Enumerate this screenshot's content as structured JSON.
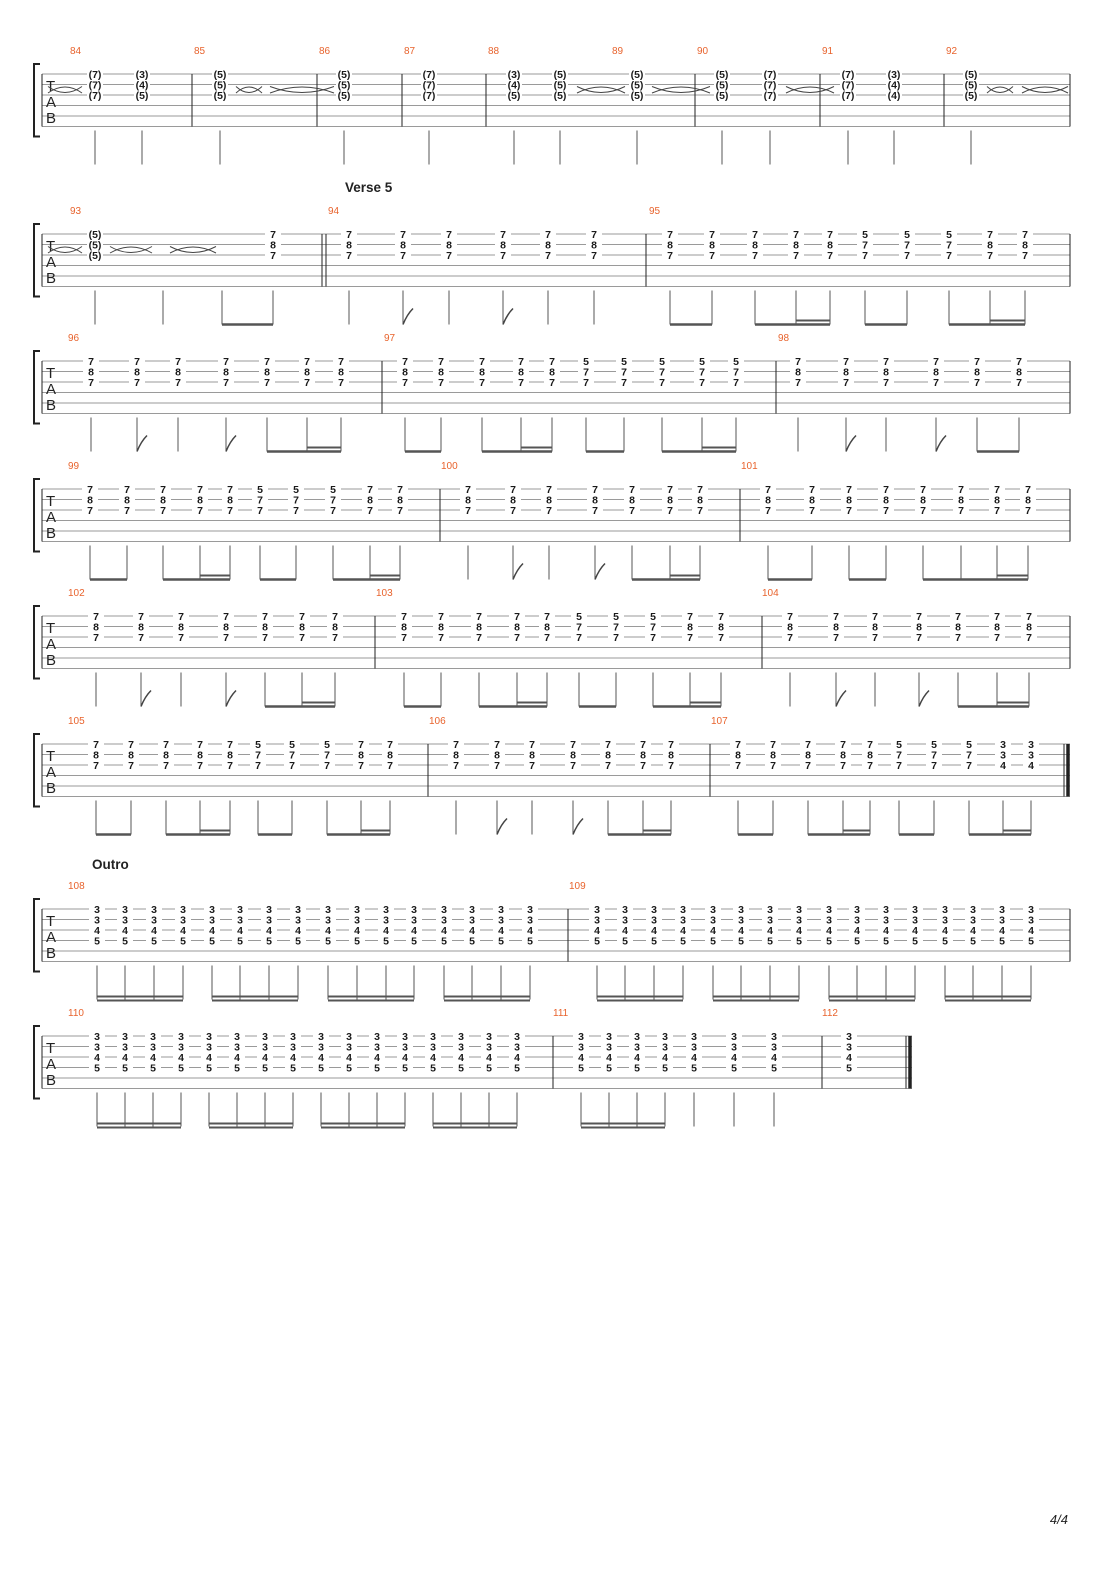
{
  "page_number": "4/4",
  "tab_clef": [
    "T",
    "A",
    "B"
  ],
  "sections": {
    "verse": "Verse 5",
    "outro": "Outro"
  },
  "measures": {
    "84": "84",
    "85": "85",
    "86": "86",
    "87": "87",
    "88": "88",
    "89": "89",
    "90": "90",
    "91": "91",
    "92": "92",
    "93": "93",
    "94": "94",
    "95": "95",
    "96": "96",
    "97": "97",
    "98": "98",
    "99": "99",
    "100": "100",
    "101": "101",
    "102": "102",
    "103": "103",
    "104": "104",
    "105": "105",
    "106": "106",
    "107": "107",
    "108": "108",
    "109": "109",
    "110": "110",
    "111": "111",
    "112": "112"
  },
  "chords": {
    "g7": [
      "(7)",
      "(7)",
      "(7)"
    ],
    "g345": [
      "(3)",
      "(4)",
      "(5)"
    ],
    "g5": [
      "(5)",
      "(5)",
      "(5)"
    ],
    "g7a": [
      "(7)",
      "(7)",
      "(7)"
    ],
    "g344": [
      "(3)",
      "(4)",
      "(4)"
    ],
    "p787": [
      "7",
      "8",
      "7"
    ],
    "p577": [
      "5",
      "7",
      "7"
    ],
    "p344": [
      "3",
      "3",
      "4"
    ],
    "p3345": [
      "3",
      "3",
      "4",
      "5"
    ]
  }
}
